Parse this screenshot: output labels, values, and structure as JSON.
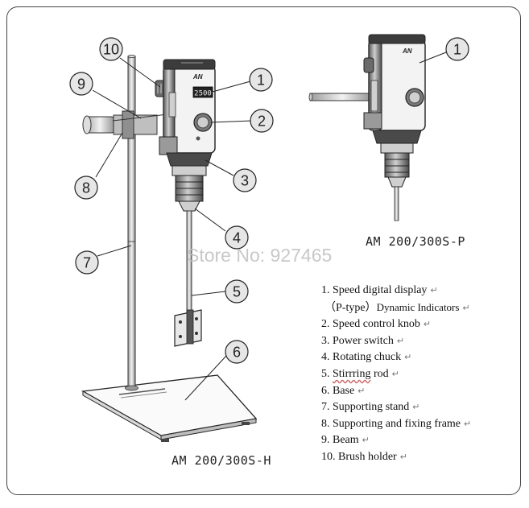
{
  "models": {
    "h": "AM 200/300S-H",
    "p": "AM 200/300S-P"
  },
  "watermark": "Store No: 927465",
  "callouts": [
    "1",
    "2",
    "3",
    "4",
    "5",
    "6",
    "7",
    "8",
    "9",
    "10"
  ],
  "display_reading": "2500",
  "legend": {
    "items": [
      {
        "text": "1. Speed digital display",
        "mark": "↵"
      },
      {
        "text": "（P-type）",
        "sub": "Dynamic Indicators",
        "mark": "↵"
      },
      {
        "text": "2. Speed control knob",
        "mark": "↵"
      },
      {
        "text": "3. Power switch",
        "mark": "↵"
      },
      {
        "text": "4. Rotating chuck",
        "mark": "↵"
      },
      {
        "text": "5. ",
        "wavy": "Stirrring",
        "rest": " rod",
        "mark": "↵"
      },
      {
        "text": "6. Base",
        "mark": "↵"
      },
      {
        "text": "7. Supporting stand",
        "mark": "↵"
      },
      {
        "text": "8. Supporting and fixing frame",
        "mark": "↵"
      },
      {
        "text": "9. Beam",
        "mark": "↵"
      },
      {
        "text": "10. Brush holder",
        "mark": "↵"
      }
    ]
  },
  "colors": {
    "line": "#2a2a2a",
    "callout_fill": "#e6e6e6",
    "device_dark": "#3c3c3c",
    "device_mid": "#8a8a8a",
    "watermark": "#bebebe"
  }
}
